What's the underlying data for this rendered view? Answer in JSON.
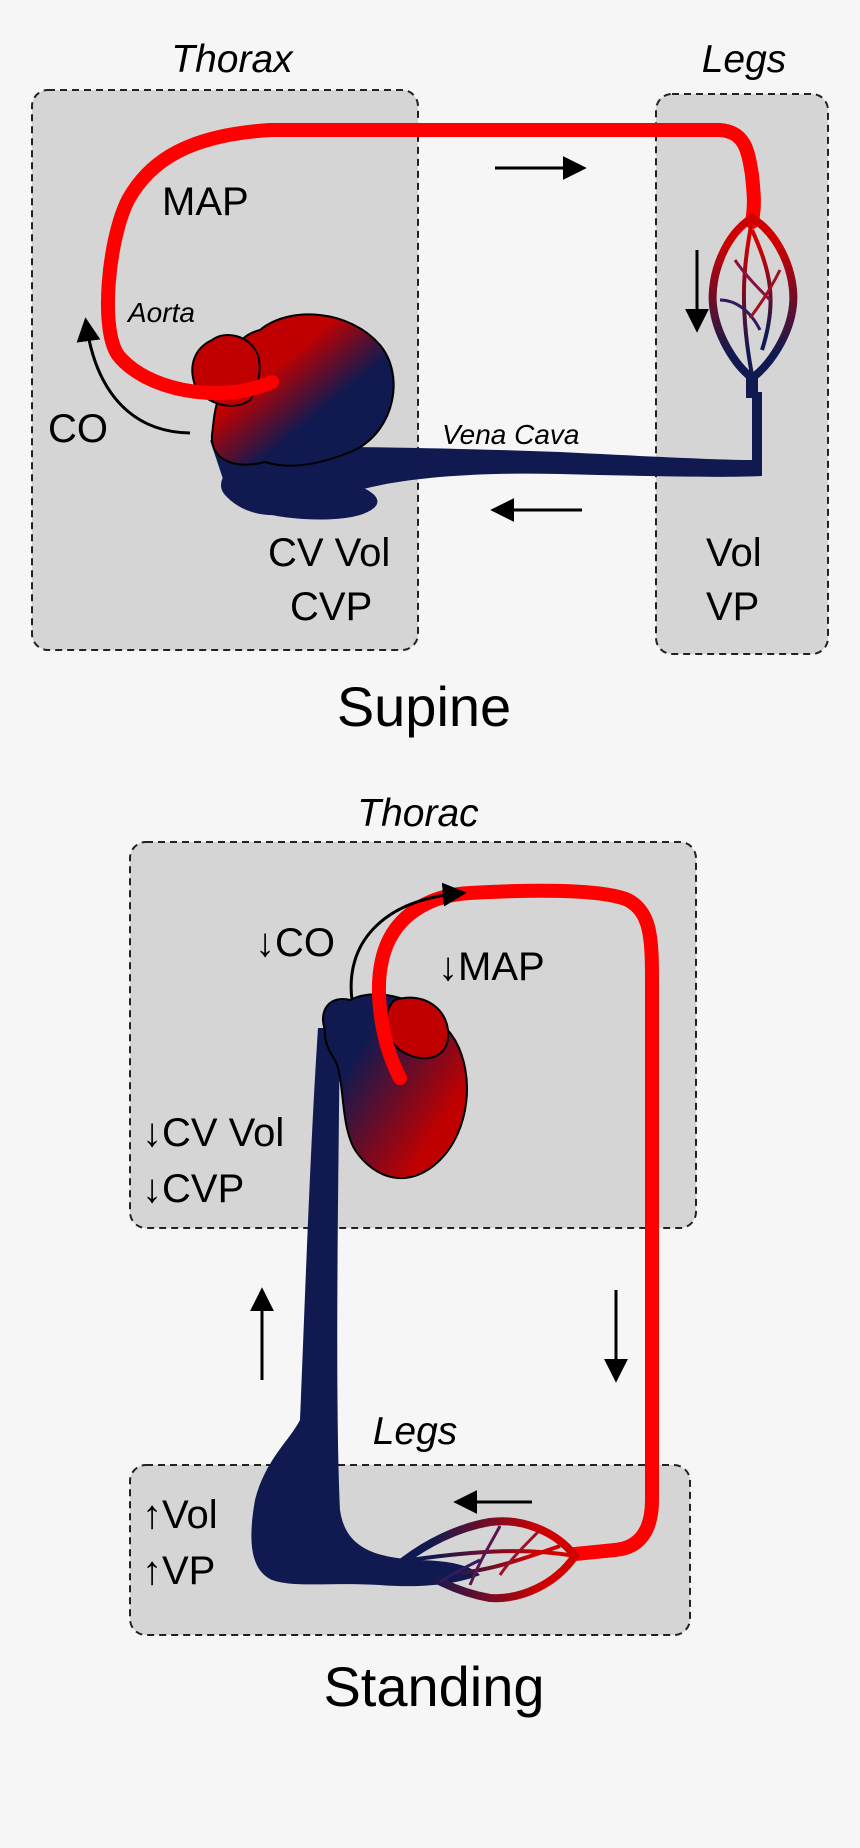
{
  "supine": {
    "caption": "Supine",
    "thorax_title": "Thorax",
    "legs_title": "Legs",
    "labels": {
      "map": "MAP",
      "aorta": "Aorta",
      "co": "CO",
      "vena_cava": "Vena Cava",
      "cv_vol": "CV Vol",
      "cvp": "CVP",
      "vol": "Vol",
      "vp": "VP"
    }
  },
  "standing": {
    "caption": "Standing",
    "thorax_title": "Thorac",
    "legs_title": "Legs",
    "labels": {
      "co": "↓CO",
      "map": "↓MAP",
      "cv_vol": "↓CV Vol",
      "cvp": "↓CVP",
      "vol": "↑Vol",
      "vp": "↑VP"
    }
  },
  "colors": {
    "artery": "#ff0000",
    "vein": "#101a50",
    "box_fill": "#d5d5d5",
    "background": "#f6f6f6"
  }
}
